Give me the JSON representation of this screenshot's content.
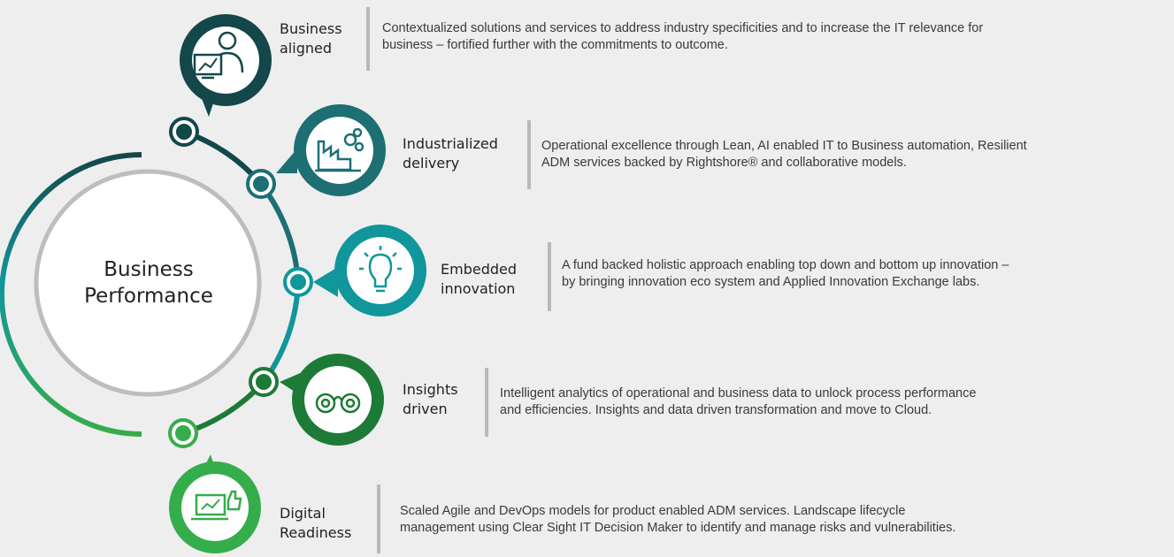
{
  "center": {
    "line1": "Business",
    "line2": "Performance"
  },
  "colors": {
    "dark_teal": "#14474a",
    "teal": "#1d6f74",
    "light_teal": "#10969b",
    "dark_green": "#1e7a37",
    "green": "#35ad4b"
  },
  "items": [
    {
      "id": "business-aligned",
      "label1": "Business",
      "label2": "aligned",
      "icon": "business-person-chart-icon",
      "desc1": "Contextualized solutions and services to address industry specificities and to increase the IT relevance for",
      "desc2": "business – fortified further with the commitments to outcome."
    },
    {
      "id": "industrialized-delivery",
      "label1": "Industrialized",
      "label2": "delivery",
      "icon": "factory-gears-icon",
      "desc1": "Operational excellence through Lean, AI enabled IT to Business automation, Resilient",
      "desc2": "ADM services backed by Rightshore® and collaborative models."
    },
    {
      "id": "embedded-innovation",
      "label1": "Embedded",
      "label2": "innovation",
      "icon": "lightbulb-icon",
      "desc1": "A fund backed holistic approach enabling top down and bottom up innovation –",
      "desc2": "by bringing innovation eco system and Applied Innovation Exchange labs."
    },
    {
      "id": "insights-driven",
      "label1": "Insights",
      "label2": "driven",
      "icon": "binoculars-icon",
      "desc1": "Intelligent analytics of operational and business data to unlock process performance",
      "desc2": "and efficiencies. Insights and data driven transformation and move to Cloud."
    },
    {
      "id": "digital-readiness",
      "label1": "Digital",
      "label2": "Readiness",
      "icon": "laptop-thumbs-up-icon",
      "desc1": "Scaled Agile and DevOps models for product enabled ADM services. Landscape lifecycle",
      "desc2": "management using Clear Sight IT Decision Maker to identify and manage risks and vulnerabilities."
    }
  ]
}
